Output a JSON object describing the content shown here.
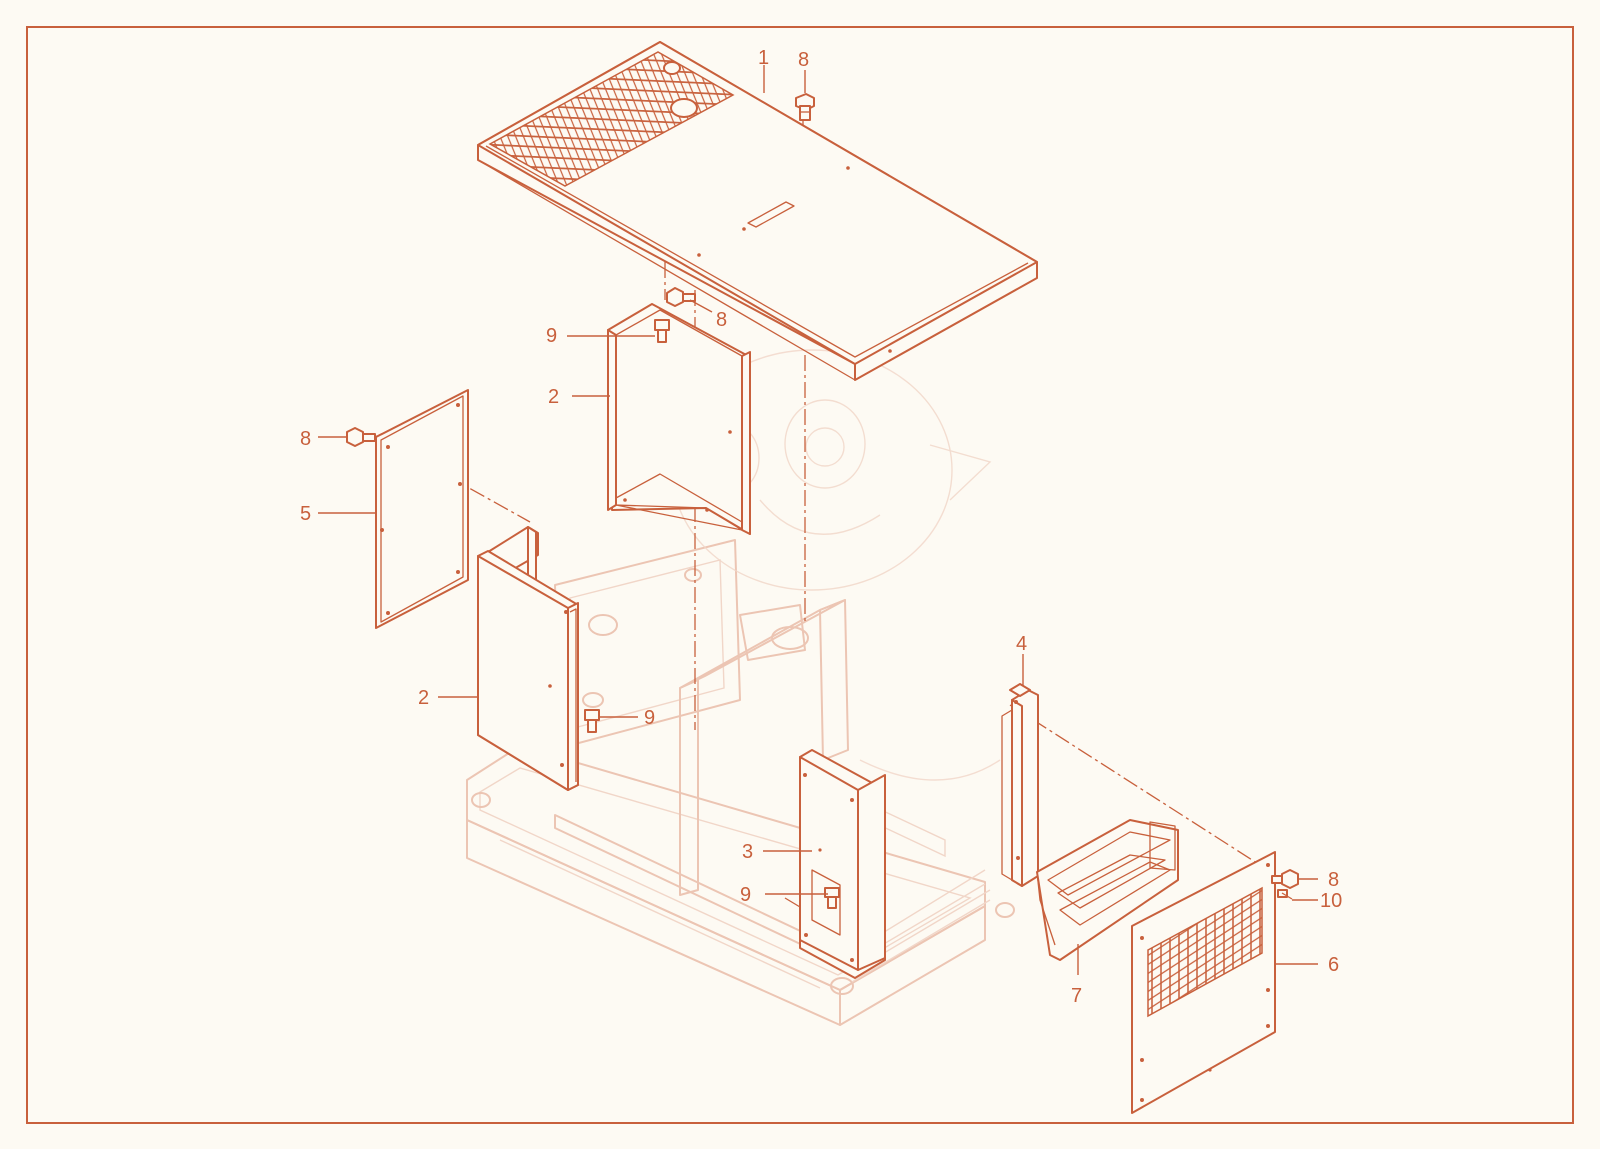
{
  "colors": {
    "line": "#c8603c",
    "ghost_line": "#ecc5b3",
    "background": "#fdfaf3",
    "frame": "#c8603c"
  },
  "callouts": {
    "top_panel": "1",
    "screw_top": "8",
    "screw_upper_side": "8",
    "clip_upper": "9",
    "side_panel_upper": "2",
    "screw_left": "8",
    "side_cover_left": "5",
    "side_panel_lower": "2",
    "clip_middle": "9",
    "front_panel": "3",
    "clip_front": "9",
    "bracket": "4",
    "screw_right": "8",
    "fastener_right": "10",
    "rear_grille_panel": "6",
    "drip_tray": "7"
  }
}
